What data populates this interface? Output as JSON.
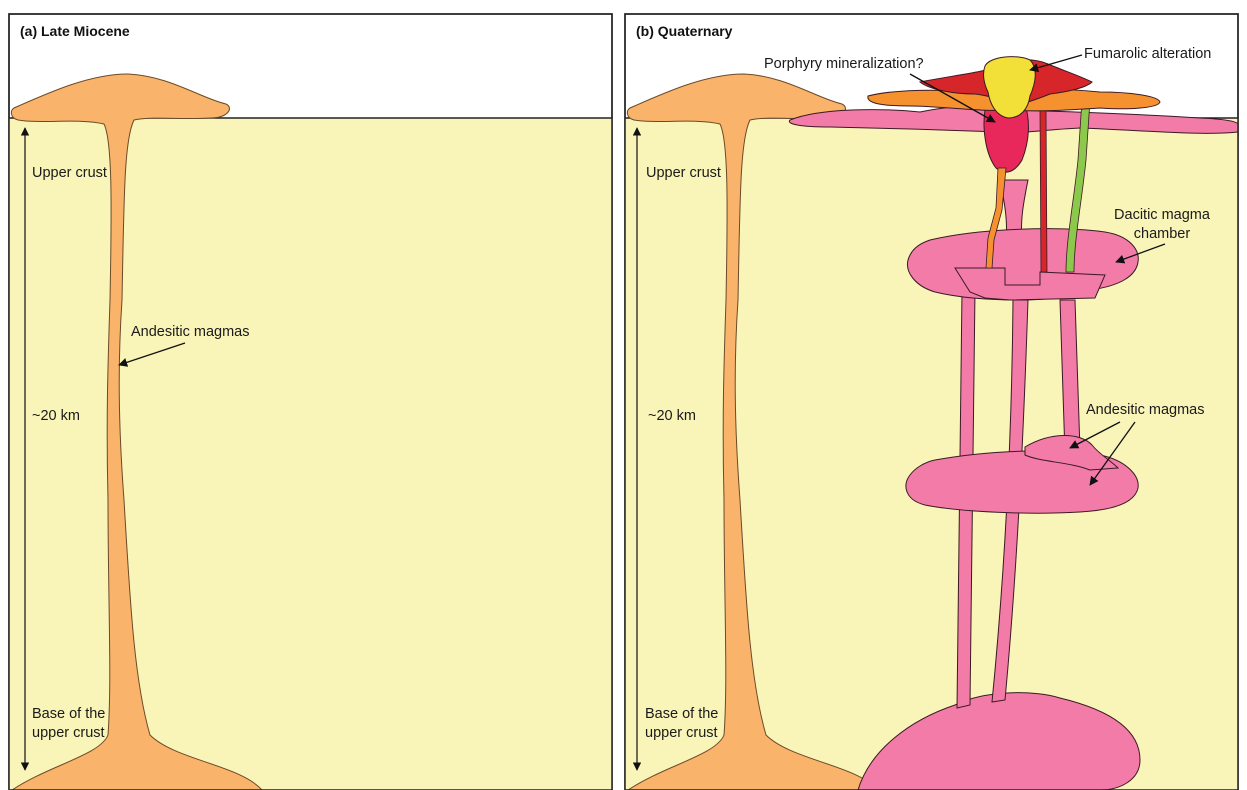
{
  "panel_a": {
    "title": "(a) Late Miocene",
    "upper_crust": "Upper crust",
    "depth": "~20 km",
    "base_line1": "Base of the",
    "base_line2": "upper crust",
    "magma_label": "Andesitic magmas"
  },
  "panel_b": {
    "title": "(b) Quaternary",
    "upper_crust": "Upper crust",
    "depth": "~20 km",
    "base_line1": "Base of the",
    "base_line2": "upper crust",
    "fumarolic": "Fumarolic alteration",
    "porphyry": "Porphyry mineralization?",
    "dacitic_line1": "Dacitic magma",
    "dacitic_line2": "chamber",
    "andesitic": "Andesitic magmas"
  },
  "colors": {
    "crust": "#f9f4b8",
    "andesite": "#f9b36a",
    "dacite": "#f27ba8",
    "porphyry": "#e8285a",
    "fumarolic": "#f2e038",
    "red_alteration": "#d7262a",
    "orange_alteration": "#f5922f",
    "green_dike": "#8cc84b"
  }
}
